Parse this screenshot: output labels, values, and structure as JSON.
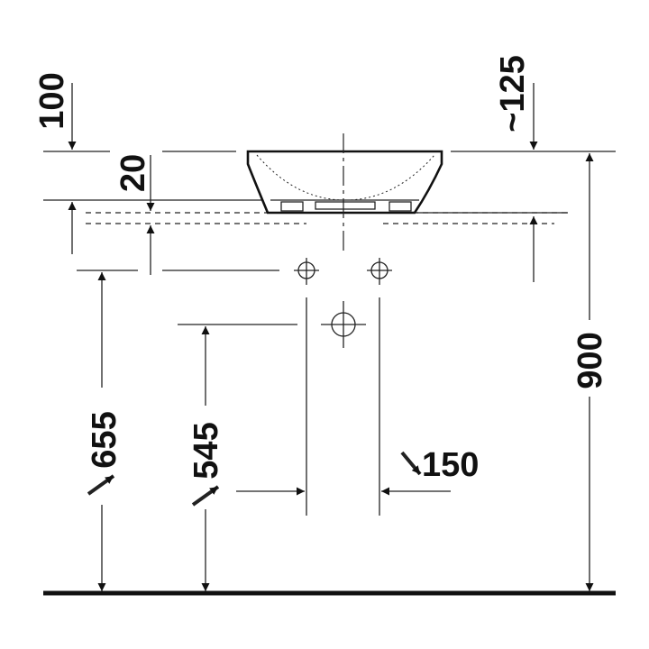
{
  "diagram": {
    "dimensions": {
      "d100": "100",
      "d125": "~125",
      "d20": "20",
      "d900": "900",
      "d655": "655",
      "d545": "545",
      "d150": "150"
    }
  }
}
